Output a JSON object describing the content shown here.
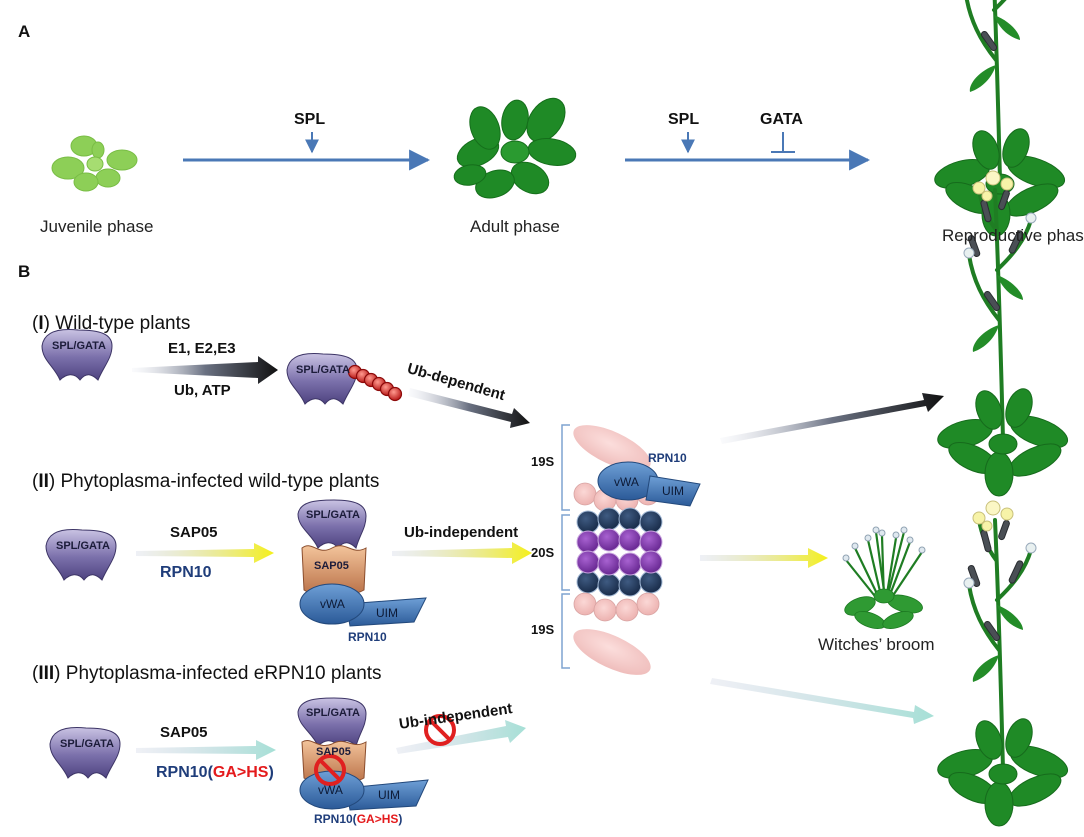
{
  "panels": {
    "a": "A",
    "b": "B"
  },
  "phases": {
    "juvenile": "Juvenile phase",
    "adult": "Adult phase",
    "reproductive": "Reproductive phase",
    "witches_broom": "Witches’ broom"
  },
  "regulators": {
    "spl_1": "SPL",
    "spl_2": "SPL",
    "gata": "GATA"
  },
  "conditions": {
    "wt": {
      "num": "I",
      "text": ") Wild-type plants"
    },
    "infected": {
      "num": "II",
      "text": ") Phytoplasma-infected wild-type plants"
    },
    "erpn10": {
      "num": "III",
      "text": ") Phytoplasma-infected eRPN10 plants"
    }
  },
  "proteins": {
    "spl_gata": "SPL/GATA",
    "sap05": "SAP05",
    "vwa": "vWA",
    "uim": "UIM",
    "rpn10": "RPN10",
    "rpn10_mut_prefix": "RPN10(",
    "rpn10_mut": "GA>HS",
    "rpn10_mut_suffix": ")"
  },
  "pathway": {
    "e_enzymes": "E1, E2,E3",
    "ub_atp": "Ub, ATP",
    "ub_dependent": "Ub-dependent",
    "ub_independent": "Ub-independent",
    "ub_independent_blocked": "Ub-independent"
  },
  "proteasome": {
    "lid_top": "19S",
    "core": "20S",
    "lid_bottom": "19S",
    "rpn10": "RPN10"
  },
  "colors": {
    "arrow_blue": "#4a78b6",
    "protein": "#6f62a0",
    "sap05": "#d9946a",
    "vwa": "#3f73b3",
    "ub_red": "#d7191c",
    "core_navy": "#1d3455",
    "core_purple": "#7a2ea6",
    "pink": "#f0b8b6",
    "leaf_dark": "#1f8a26",
    "leaf_light": "#8dcf57",
    "yellow": "#f2ee1a",
    "teal": "#a8dfd8",
    "forbid": "#e02020"
  }
}
